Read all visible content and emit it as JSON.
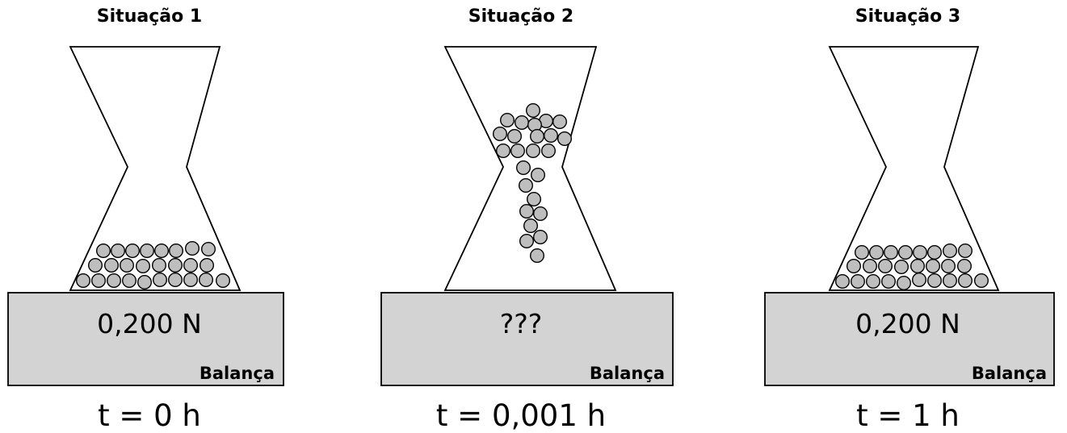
{
  "colors": {
    "ball_fill": "#bebebe",
    "scale_fill": "#d3d3d3",
    "stroke": "#000000",
    "background": "#ffffff"
  },
  "situations": [
    {
      "title": "Situação 1",
      "reading": "0,200 N",
      "scale_label": "Balança",
      "time": "t = 0 h",
      "sand_state": "settled-bottom"
    },
    {
      "title": "Situação 2",
      "reading": "???",
      "scale_label": "Balança",
      "time": "t = 0,001 h",
      "sand_state": "falling-through-neck"
    },
    {
      "title": "Situação 3",
      "reading": "0,200 N",
      "scale_label": "Balança",
      "time": "t = 1 h",
      "sand_state": "settled-bottom"
    }
  ]
}
